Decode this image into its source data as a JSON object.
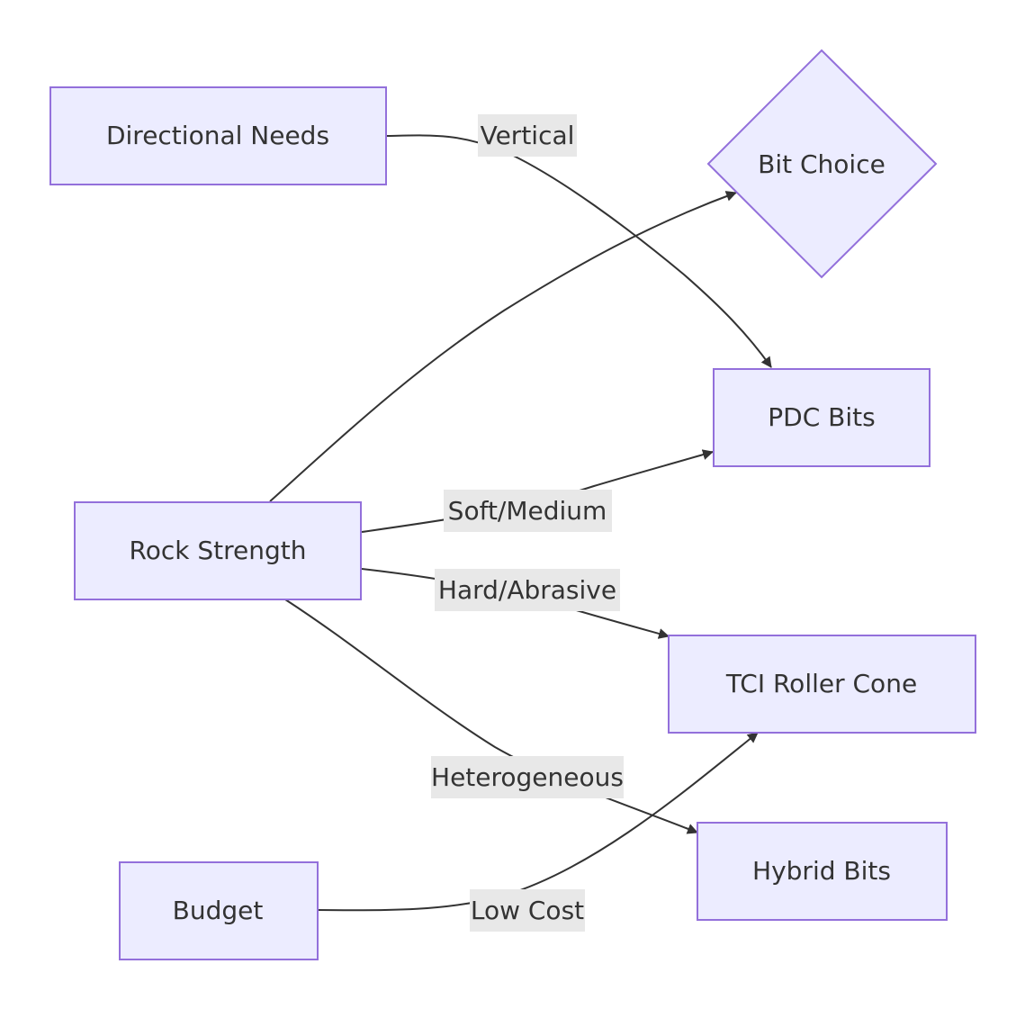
{
  "nodes": {
    "directional": "Directional Needs",
    "bit_choice": "Bit Choice",
    "pdc": "PDC Bits",
    "rock": "Rock Strength",
    "tci": "TCI Roller Cone",
    "hybrid": "Hybrid Bits",
    "budget": "Budget"
  },
  "edges": {
    "vertical": "Vertical",
    "soft_medium": "Soft/Medium",
    "hard_abrasive": "Hard/Abrasive",
    "heterogeneous": "Heterogeneous",
    "low_cost": "Low Cost"
  },
  "colors": {
    "node_fill": "#ECECFF",
    "node_stroke": "#9370DB",
    "edge": "#333333",
    "label_bg": "#E8E8E8"
  }
}
